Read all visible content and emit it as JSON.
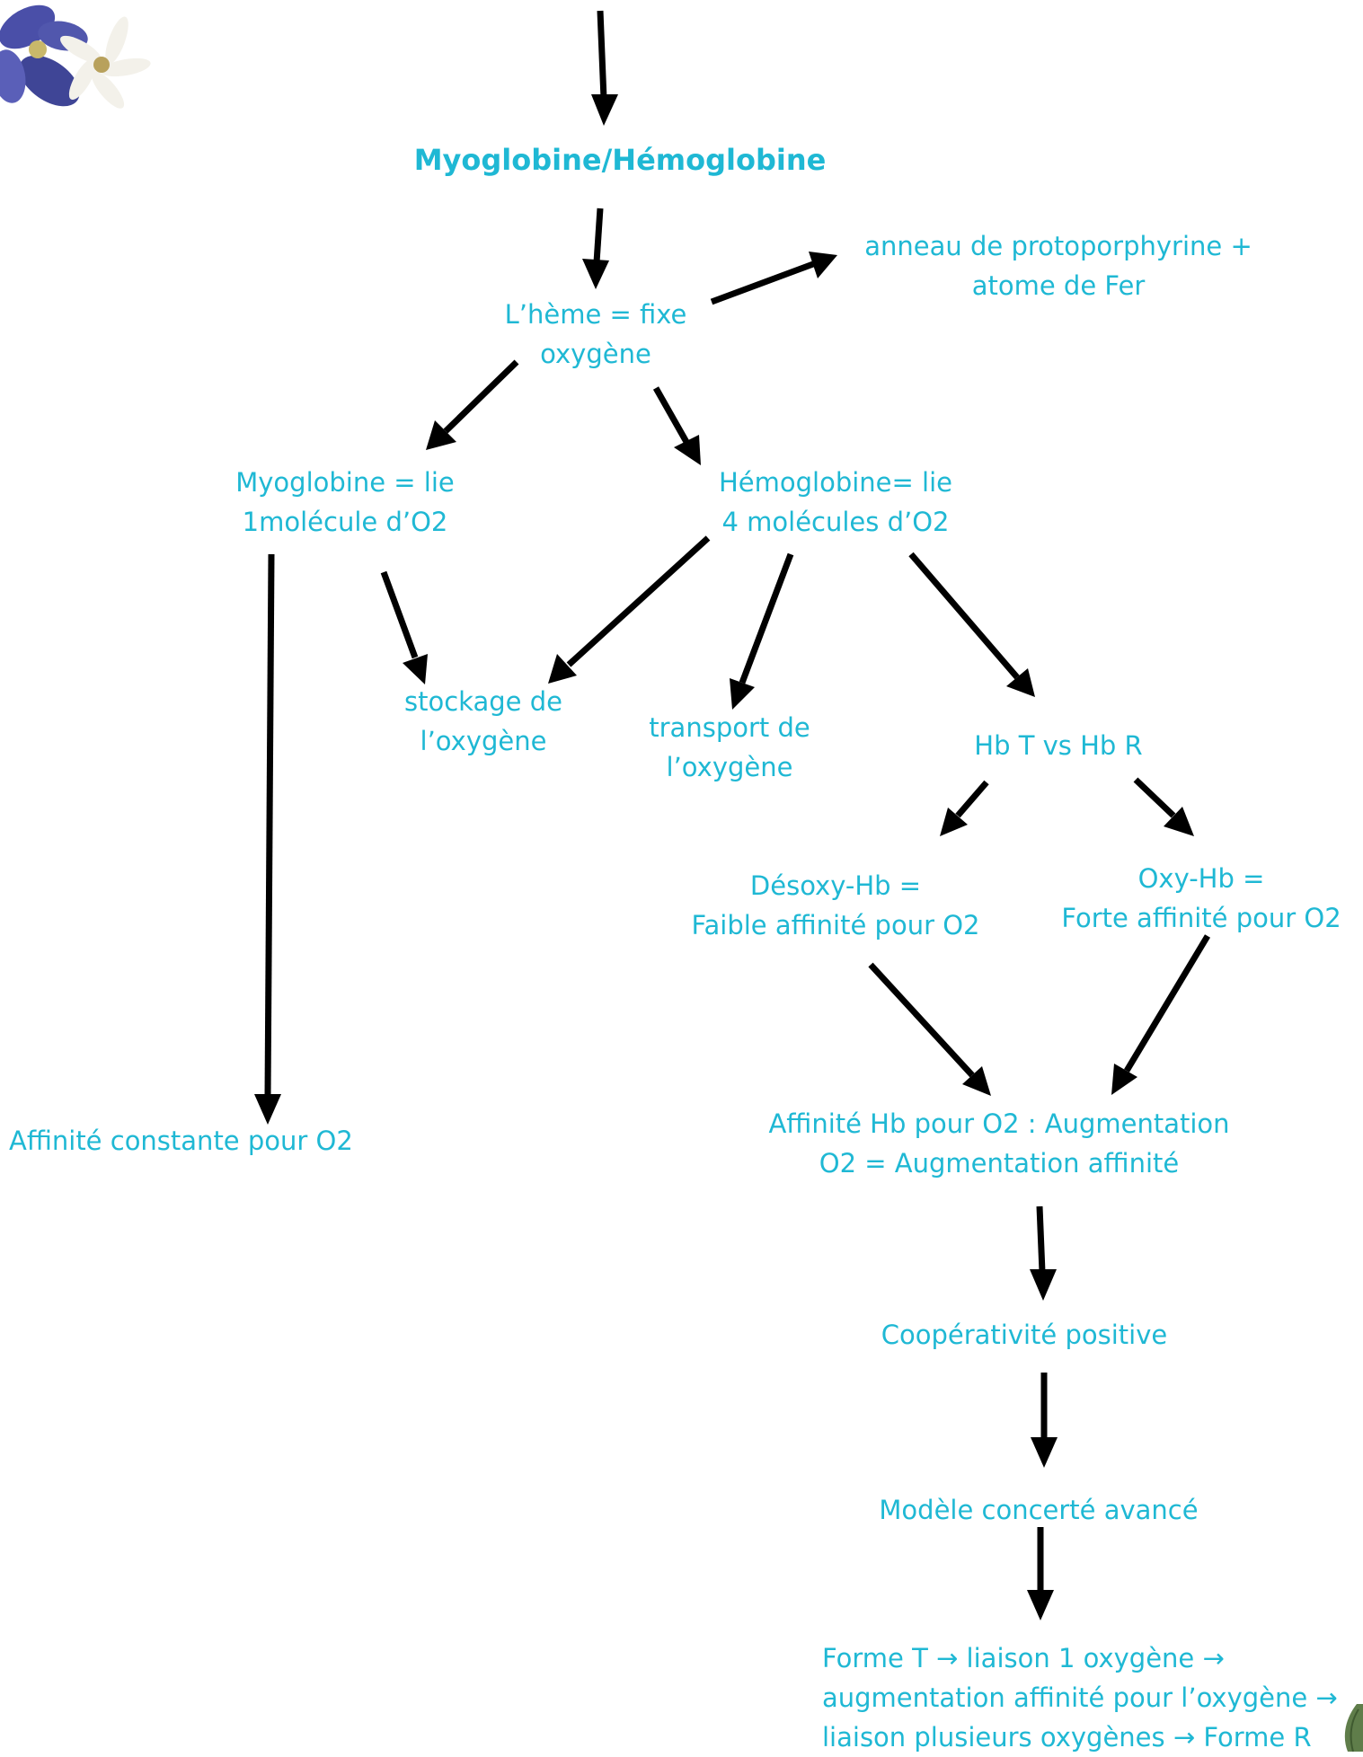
{
  "colors": {
    "text": "#1fb8d4",
    "arrow": "#000000",
    "background": "#ffffff",
    "flower_petal": "#4a4fa8",
    "flower_white": "#f3f1ea"
  },
  "decorations": {
    "top_left": "flower-image",
    "bottom_right": "leaf-image"
  },
  "nodes": {
    "title": "Myoglobine/Hémoglobine",
    "heme": "L’hème = fixe\noxygène",
    "protoporphyrin": "anneau de protoporphyrine +\natome de Fer",
    "myoglobin": "Myoglobine = lie\n1molécule d’O2",
    "hemoglobin": "Hémoglobine= lie\n4 molécules d’O2",
    "storage": "stockage de\nl’oxygène",
    "transport": "transport de\nl’oxygène",
    "hbt_hbr": "Hb T vs Hb R",
    "desoxy": "Désoxy-Hb   =\nFaible affinité pour O2",
    "oxy": "Oxy-Hb =\nForte affinité pour O2",
    "constant_affinity": "Affinité constante pour O2",
    "hb_affinity": "Affinité Hb pour O2 : Augmentation\nO2 = Augmentation affinité",
    "cooperativity": "Coopérativité positive",
    "concerted_model": "Modèle concerté avancé",
    "form_t": "Forme T → liaison 1 oxygène →\naugmentation affinité pour l’oxygène →\nliaison plusieurs oxygènes → Forme R"
  }
}
